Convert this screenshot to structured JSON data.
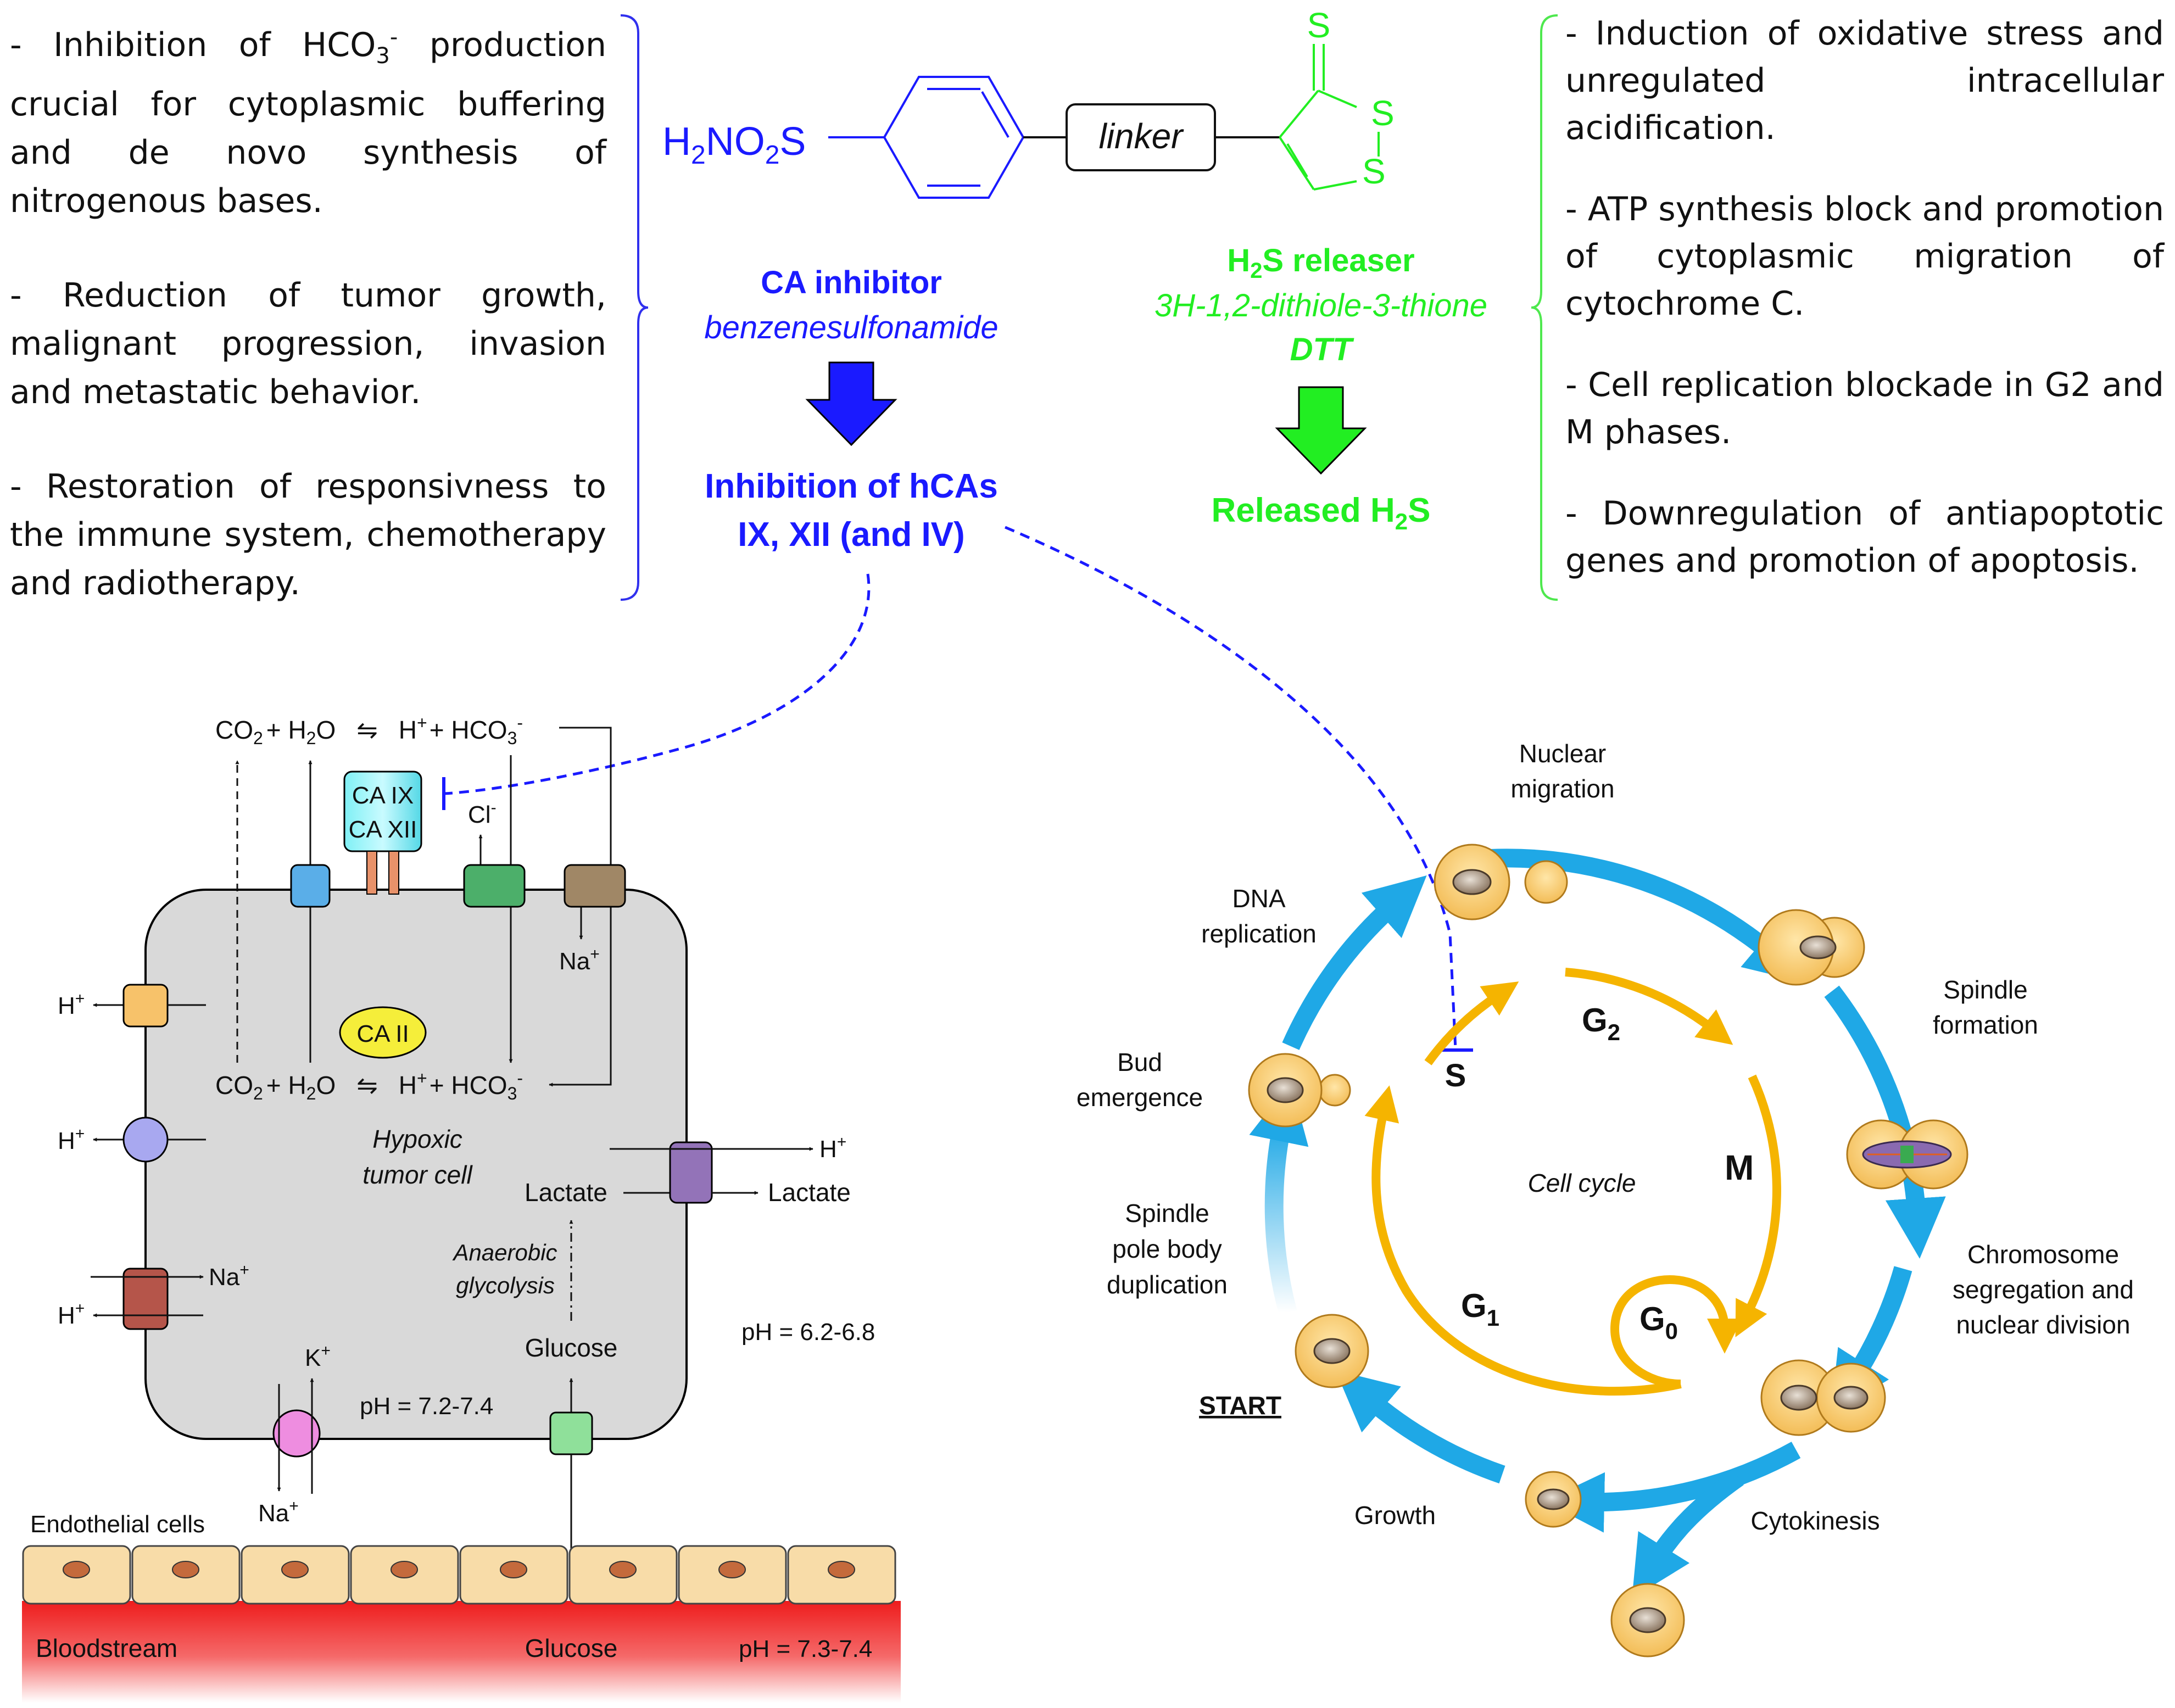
{
  "colors": {
    "blue": "#1a1aff",
    "green": "#22ee22",
    "cycle_blue": "#1fa8e6",
    "cycle_orange": "#f5b400",
    "cell_gray": "#d9d9d9",
    "blood_red": "#ee2222",
    "endothelial": "#f8dca8"
  },
  "left_effects": [
    {
      "a": "- Inhibition of HCO",
      "sub": "3",
      "sup": "-",
      "b": " production crucial for cytoplasmic buffering and de novo synthesis of nitrogenous bases."
    },
    {
      "a": "- Reduction of tumor growth, malignant progression, invasion and metastatic behavior.",
      "sub": "",
      "sup": "",
      "b": ""
    },
    {
      "a": "- Restoration of responsivness to the immune system, chemotherapy and radiotherapy.",
      "sub": "",
      "sup": "",
      "b": ""
    }
  ],
  "right_effects": [
    "- Induction of oxidative stress and unregulated intracellular acidification.",
    "- ATP synthesis block and promotion of cytoplasmic migration of cytochrome C.",
    "- Cell replication blockade in G2 and M phases.",
    "- Downregulation of antiapoptotic genes and promotion of apoptosis."
  ],
  "molecule": {
    "sulfonamide_group": {
      "a": "H",
      "s1": "2",
      "b": "NO",
      "s2": "2",
      "c": "S"
    },
    "linker": "linker",
    "sulfur": "S"
  },
  "ca_inhibitor": {
    "title": "CA inhibitor",
    "subtitle": "benzenesulfonamide",
    "result_line1": "Inhibition of hCAs",
    "result_line2": "IX, XII (and IV)"
  },
  "h2s": {
    "title": {
      "a": "H",
      "sub": "2",
      "b": "S releaser"
    },
    "name": "3H-1,2-dithiole-3-thione",
    "abbr": "DTT",
    "result": {
      "a": "Released H",
      "sub": "2",
      "b": "S"
    }
  },
  "tumor_cell": {
    "eq_top": {
      "co2": "CO",
      "co2_sub": "2",
      "plus_h2o": "+ H",
      "h2o_sub": "2",
      "o": "O",
      "eqsign": "⇋",
      "h": "H",
      "h_sup": "+",
      "hco3": "+ HCO",
      "hco3_sub": "3",
      "hco3_sup": "-"
    },
    "ca_membrane": [
      "CA IX",
      "CA XII"
    ],
    "ca2": "CA II",
    "cl": {
      "a": "Cl",
      "sup": "-"
    },
    "na": {
      "a": "Na",
      "sup": "+"
    },
    "k": {
      "a": "K",
      "sup": "+"
    },
    "h": {
      "a": "H",
      "sup": "+"
    },
    "cell_label": [
      "Hypoxic",
      "tumor cell"
    ],
    "lactate": "Lactate",
    "glycolysis": [
      "Anaerobic",
      "glycolysis"
    ],
    "glucose": "Glucose",
    "ph_inside": "pH = 7.2-7.4",
    "ph_outside": "pH = 6.2-6.8",
    "ph_blood": "pH = 7.3-7.4",
    "endothelial": "Endothelial cells",
    "bloodstream": "Bloodstream"
  },
  "cell_cycle": {
    "center": "Cell cycle",
    "phases": {
      "g": "G",
      "g1": "1",
      "g2": "2",
      "g0": "0",
      "s": "S",
      "m": "M"
    },
    "labels": {
      "nuclear_migration": [
        "Nuclear",
        "migration"
      ],
      "dna_replication": [
        "DNA",
        "replication"
      ],
      "spindle_formation": [
        "Spindle",
        "formation"
      ],
      "bud_emergence": [
        "Bud",
        "emergence"
      ],
      "spb_duplication": [
        "Spindle",
        "pole body",
        "duplication"
      ],
      "chromosome_segregation": [
        "Chromosome",
        "segregation and",
        "nuclear division"
      ],
      "start": "START",
      "growth": "Growth",
      "cytokinesis": "Cytokinesis"
    }
  }
}
